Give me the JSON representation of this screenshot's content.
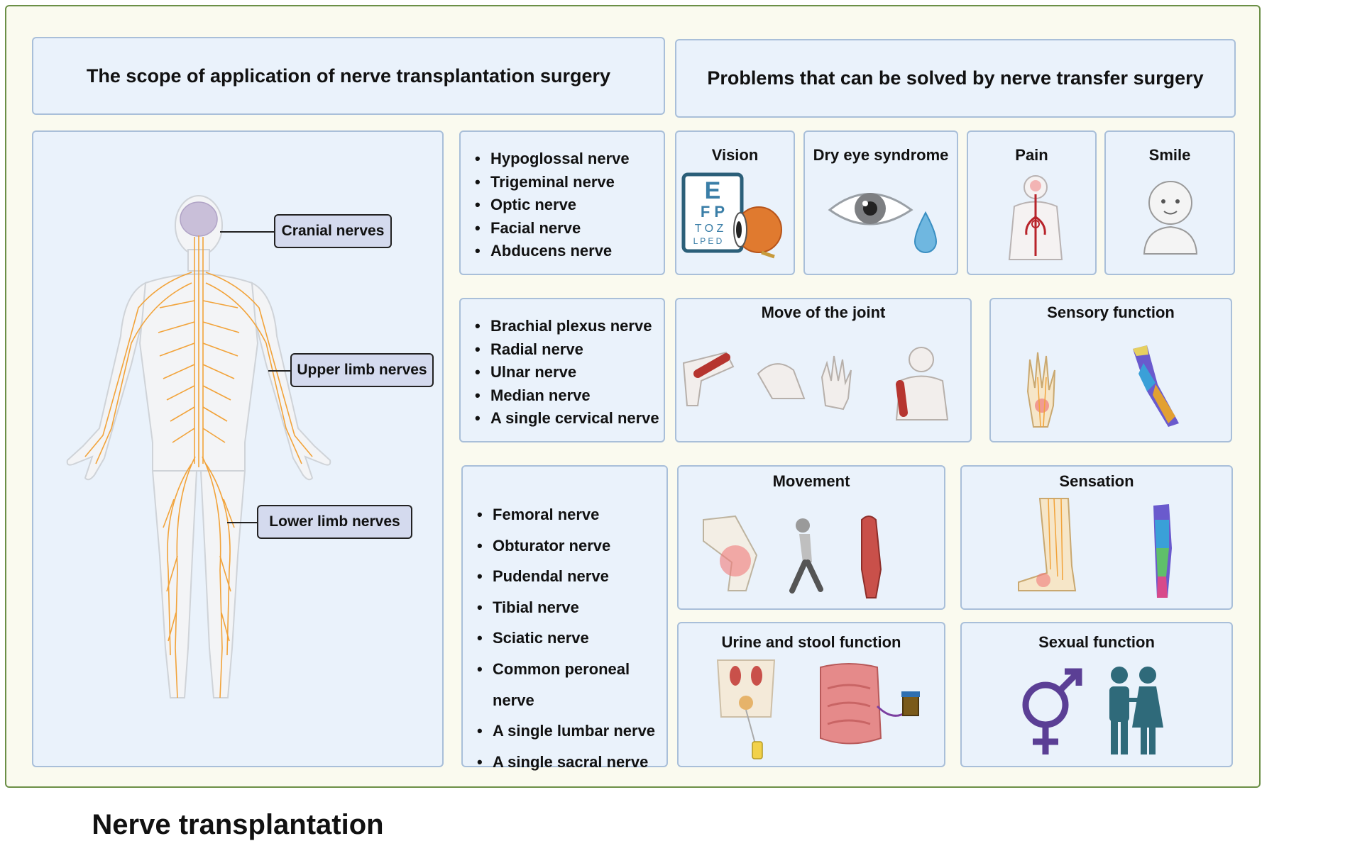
{
  "headers": {
    "left": "The scope of application of nerve transplantation surgery",
    "right": "Problems that can be solved by nerve transfer surgery"
  },
  "body_diagram": {
    "title": "Nerve transplantation",
    "labels": {
      "cranial": "Cranial nerves",
      "upper": "Upper limb nerves",
      "lower": "Lower limb nerves"
    }
  },
  "nerve_lists": {
    "cranial": [
      "Hypoglossal nerve",
      "Trigeminal nerve",
      "Optic nerve",
      "Facial nerve",
      "Abducens nerve"
    ],
    "upper": [
      "Brachial plexus nerve",
      "Radial nerve",
      "Ulnar nerve",
      "Median nerve",
      "A single cervical nerve"
    ],
    "lower": [
      "Femoral nerve",
      "Obturator nerve",
      "Pudendal nerve",
      "Tibial nerve",
      "Sciatic nerve",
      "Common peroneal nerve",
      "A single lumbar nerve",
      "A single sacral nerve"
    ]
  },
  "eye_chart_letters": {
    "row1": "E",
    "row2": "F P",
    "row3": "T O Z",
    "row4": "L P E D"
  },
  "problems": {
    "vision": "Vision",
    "dry_eye": "Dry eye syndrome",
    "pain": "Pain",
    "smile": "Smile",
    "joint": "Move of the joint",
    "sensory": "Sensory function",
    "movement": "Movement",
    "sensation": "Sensation",
    "urine": "Urine and stool function",
    "sexual": "Sexual function"
  },
  "colors": {
    "frame_border": "#6b8f46",
    "panel_fill": "#eaf2fb",
    "panel_border": "#a9bfd9",
    "nerve": "#f2a33a",
    "label_fill": "#d4daee",
    "symbol_purple": "#5b3f95",
    "people_teal": "#2f6a7a"
  }
}
